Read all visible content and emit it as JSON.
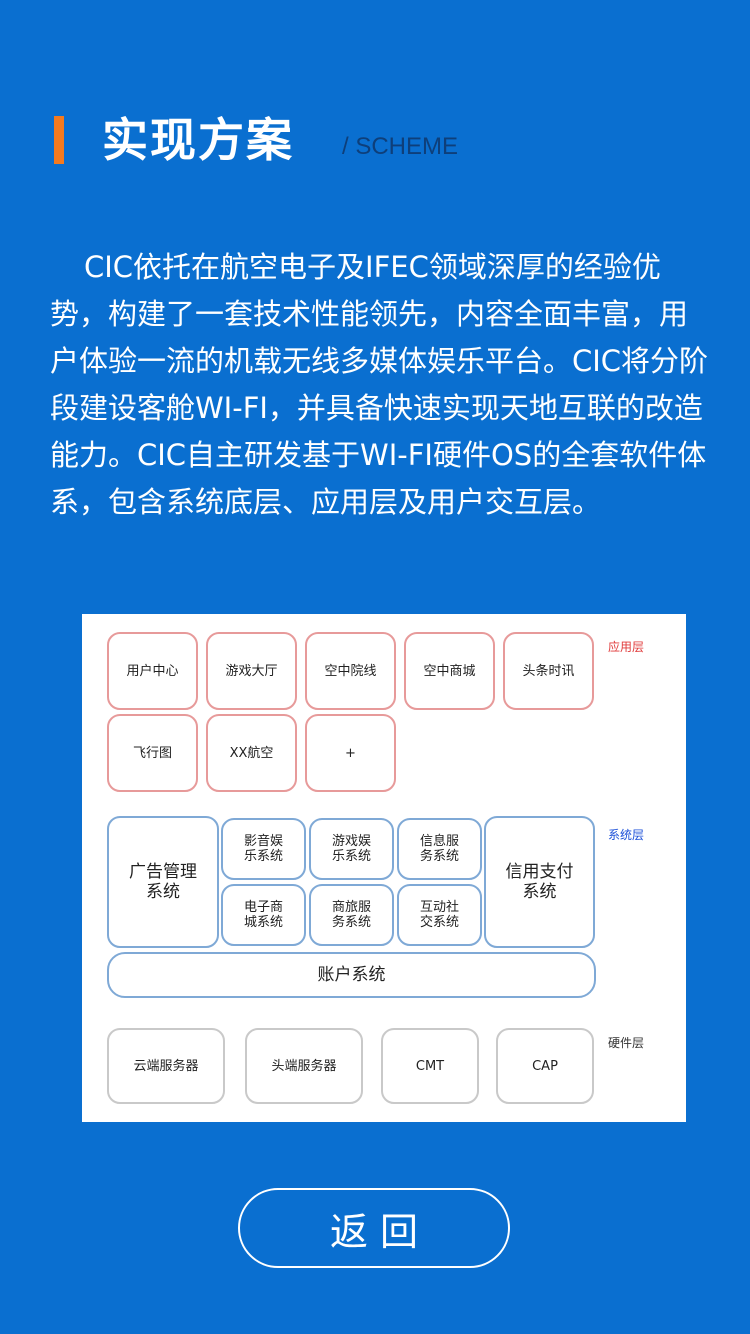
{
  "header": {
    "title": "实现方案",
    "subtitle": "/ SCHEME"
  },
  "intro": "CIC依托在航空电子及IFEC领域深厚的经验优势，构建了一套技术性能领先，内容全面丰富，用户体验一流的机载无线多媒体娱乐平台。CIC将分阶段建设客舱WI-FI，并具备快速实现天地互联的改造能力。CIC自主研发基于WI-FI硬件OS的全套软件体系，包含系统底层、应用层及用户交互层。",
  "diagram": {
    "app_layer": {
      "label": "应用层",
      "label_color": "#e03b3b",
      "items": [
        "用户中心",
        "游戏大厅",
        "空中院线",
        "空中商城",
        "头条时讯",
        "飞行图",
        "XX航空",
        "+"
      ]
    },
    "system_layer": {
      "label": "系统层",
      "label_color": "#1b4fd8",
      "ad_system": "广告管理系统",
      "modules": [
        "影音娱乐系统",
        "游戏娱乐系统",
        "信息服务系统",
        "电子商城系统",
        "商旅服务系统",
        "互动社交系统"
      ],
      "payment_system": "信用支付系统",
      "account_system": "账户系统"
    },
    "hardware_layer": {
      "label": "硬件层",
      "label_color": "#333333",
      "items": [
        "云端服务器",
        "头端服务器",
        "CMT",
        "CAP"
      ]
    }
  },
  "back_button": "返回",
  "colors": {
    "background": "#0a6fd0",
    "accent": "#f47a20",
    "app_border": "#e79a9a",
    "system_border": "#7fa9d6",
    "hardware_border": "#c9c9c9"
  }
}
